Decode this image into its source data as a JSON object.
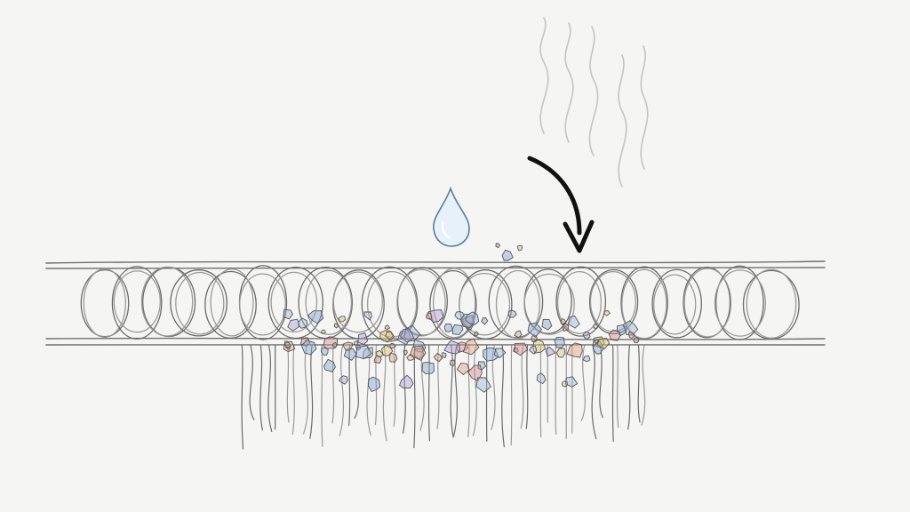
{
  "colors": {
    "background": "#f5f5f4",
    "pencil": "#6b6b6b",
    "pencil_light": "#9a9a9a",
    "water_drop": "#a9cde6",
    "arrow": "#111111",
    "steam": "#c4c4c4",
    "particle_palette": [
      "#7fa6cf",
      "#d98b8b",
      "#d9c36a",
      "#9fb7d9",
      "#e0a080",
      "#b0a0d0"
    ]
  },
  "icons": {
    "water_drop": "water-drop-icon",
    "steam": "steam-icon",
    "arrow": "curved-arrow-icon"
  },
  "diagram": {
    "coil_loop_count": 22,
    "hanging_strand_count": 46,
    "particle_count": 95
  }
}
